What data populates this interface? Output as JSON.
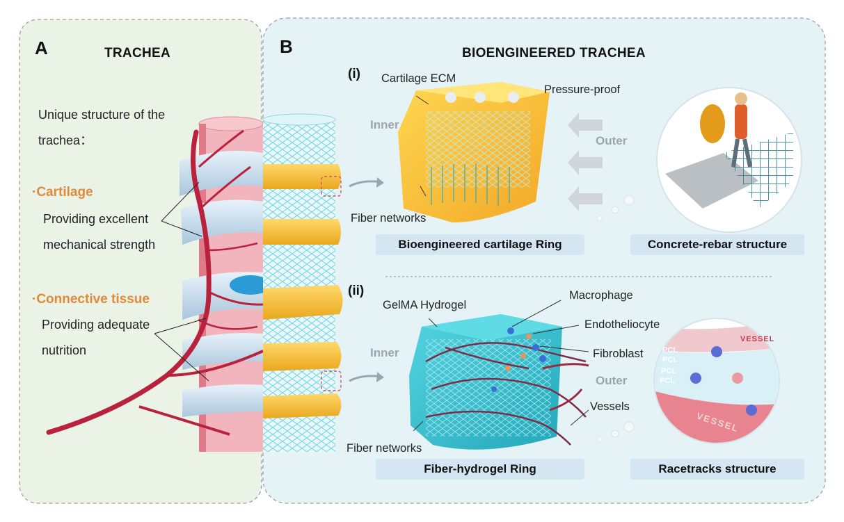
{
  "panel_a": {
    "letter": "A",
    "title": "TRACHEA",
    "intro_line1": "Unique structure of the",
    "intro_line2": "trachea：",
    "cartilage": {
      "bullet": "·",
      "heading": "Cartilage",
      "desc_line1": "Providing excellent",
      "desc_line2": "mechanical strength"
    },
    "connective": {
      "bullet": "·",
      "heading": "Connective tissue",
      "desc_line1": "Providing adequate",
      "desc_line2": "nutrition"
    }
  },
  "panel_b": {
    "letter": "B",
    "title": "BIOENGINEERED TRACHEA",
    "part_i": {
      "tag": "(i)",
      "ecm_label": "Cartilage ECM",
      "pressure_label": "Pressure-proof",
      "inner_label": "Inner",
      "outer_label": "Outer",
      "fiber_label": "Fiber networks",
      "ring_caption": "Bioengineered cartilage Ring",
      "analogy_caption": "Concrete-rebar structure"
    },
    "part_ii": {
      "tag": "(ii)",
      "hydrogel_label": "GelMA Hydrogel",
      "macrophage_label": "Macrophage",
      "endothelio_label": "Endotheliocyte",
      "fibroblast_label": "Fibroblast",
      "inner_label": "Inner",
      "outer_label": "Outer",
      "vessels_label": "Vessels",
      "fiber_label": "Fiber networks",
      "ring_caption": "Fiber-hydrogel Ring",
      "analogy_caption": "Racetracks structure",
      "racetrack_lane_labels": [
        "PCL",
        "PCL",
        "PCL",
        "PCL"
      ],
      "racetrack_vessel_labels": [
        "VESSEL",
        "VESSEL"
      ]
    }
  },
  "colors": {
    "panel_a_bg": "#eaf3e6",
    "panel_b_bg": "#e4f2f5",
    "cartilage_orange": "#e08a3c",
    "ring_yellow": "#f2be3a",
    "vessel_red": "#b8223c",
    "hydrogel_cyan": "#27b3c6",
    "caption_box": "#d3e6f2"
  }
}
